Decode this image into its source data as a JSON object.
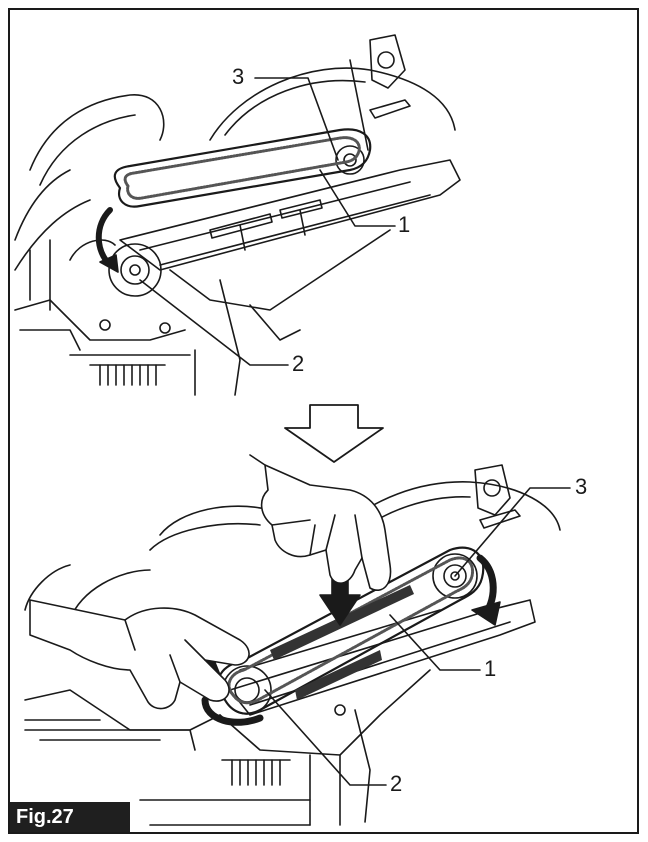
{
  "figure": {
    "label": "Fig.27"
  },
  "top_diagram": {
    "callouts": [
      "3",
      "1",
      "2"
    ]
  },
  "bottom_diagram": {
    "callouts": [
      "3",
      "1",
      "2"
    ]
  },
  "colors": {
    "line": "#1a1a1a",
    "belt": "#555555",
    "label_bg": "#1f1f1f",
    "label_text": "#ffffff"
  }
}
